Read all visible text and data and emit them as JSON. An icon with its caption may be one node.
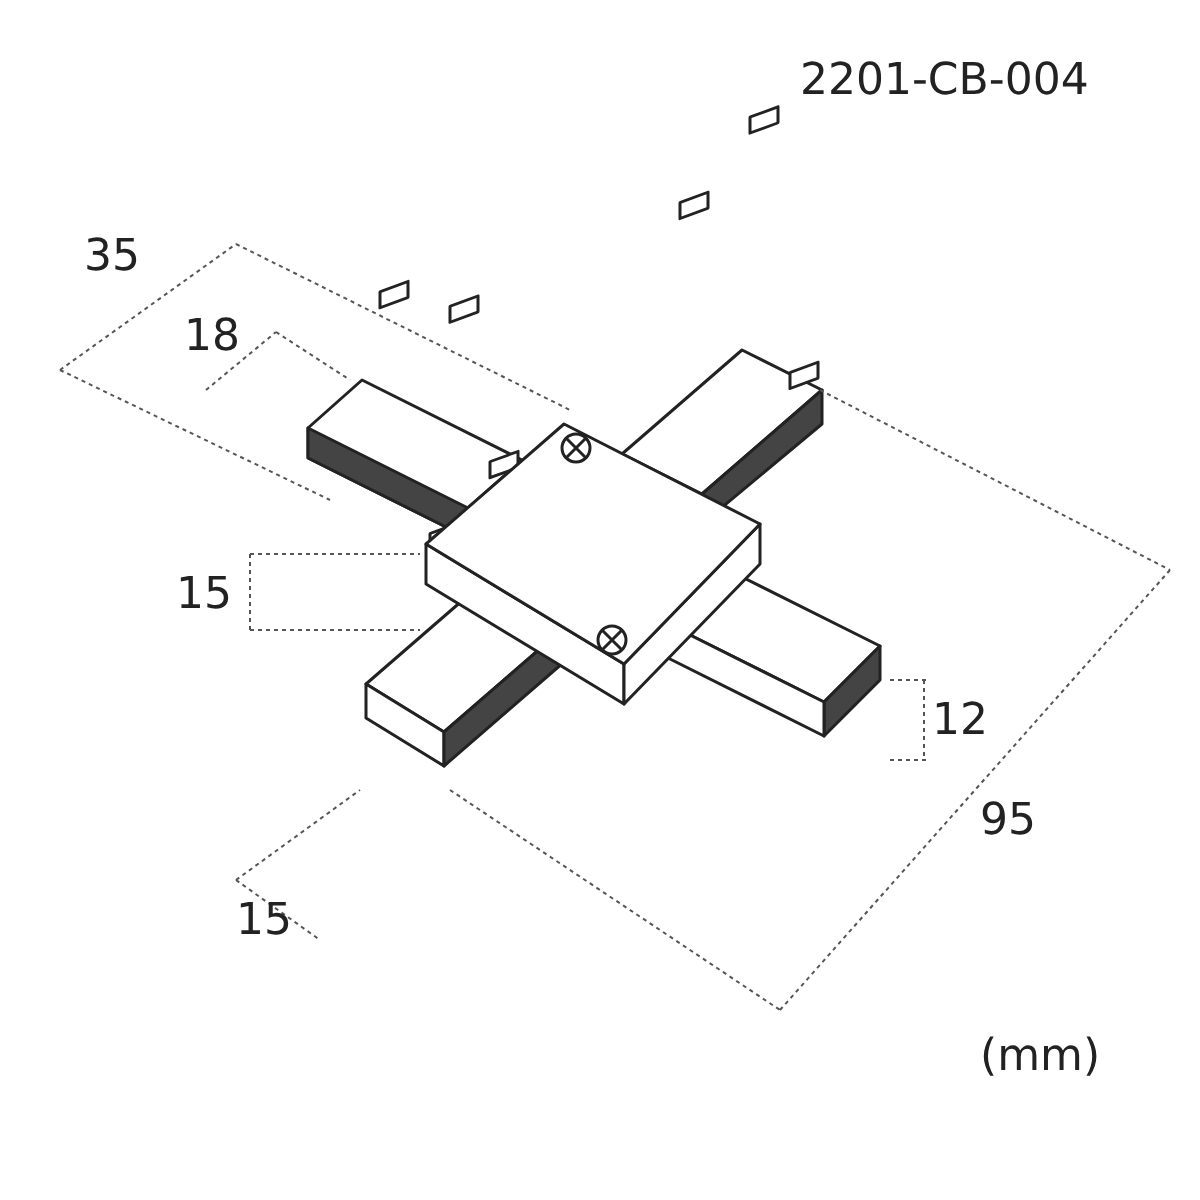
{
  "diagram": {
    "labels": [
      "2201-CB-004",
      "35",
      "18",
      "15",
      "12",
      "95",
      "15",
      "(mm)"
    ]
  }
}
